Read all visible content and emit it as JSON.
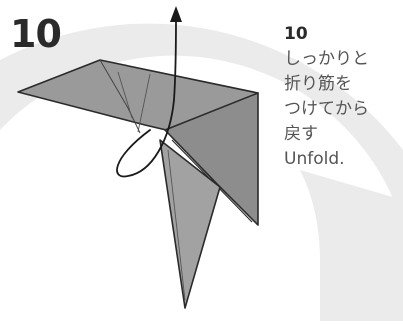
{
  "step": {
    "number": "10"
  },
  "caption": {
    "number": "10",
    "lines_ja": [
      "しっかりと",
      "折り筋を",
      "つけてから",
      "戻す"
    ],
    "english": "Unfold."
  },
  "colors": {
    "paper_fill": "#9a9a9a",
    "paper_stroke": "#2b2b2b",
    "arc_band": "#ebebeb",
    "text_dark": "#2a2a2a",
    "text_gray": "#555555"
  },
  "icons": {
    "unfold_arrow": "curved-arrow-up-icon"
  }
}
